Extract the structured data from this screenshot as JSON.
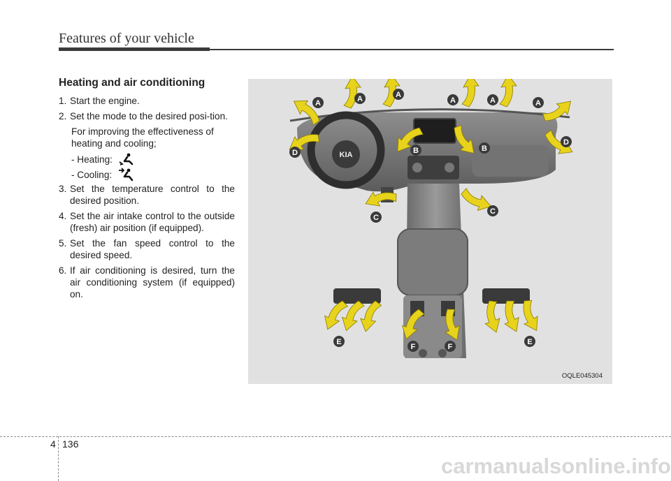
{
  "header": {
    "title": "Features of your vehicle"
  },
  "section": {
    "title": "Heating and air conditioning",
    "steps": [
      {
        "num": "1.",
        "text": "Start the engine."
      },
      {
        "num": "2.",
        "text": "Set the mode to the desired posi-tion."
      },
      {
        "num": "3.",
        "text": "Set the temperature control to the desired position."
      },
      {
        "num": "4.",
        "text": "Set the air intake control to the outside (fresh) air position (if equipped)."
      },
      {
        "num": "5.",
        "text": "Set the fan speed control to the desired speed."
      },
      {
        "num": "6.",
        "text": "If air conditioning is desired, turn the air conditioning system (if equipped) on."
      }
    ],
    "note": "For improving the effectiveness of heating and cooling;",
    "heating_label": "- Heating:",
    "cooling_label": "- Cooling:",
    "heating_icon": "floor-vent-mode-icon",
    "cooling_icon": "face-vent-mode-icon"
  },
  "figure": {
    "code": "OQLE045304",
    "badges": {
      "a": "A",
      "b": "B",
      "c": "C",
      "d": "D",
      "e": "E",
      "f": "F"
    },
    "logo": "KIA",
    "badge_color": "#3a3a3a",
    "arrow_color": "#e8d31c"
  },
  "footer": {
    "chapter": "4",
    "page": "136"
  },
  "watermark": "carmanualsonline.info"
}
